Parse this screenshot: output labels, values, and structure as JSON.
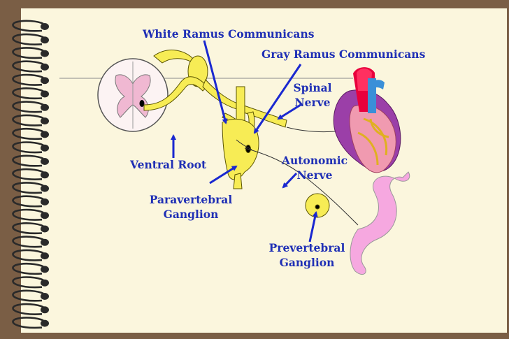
{
  "labels": {
    "white_ramus": "White Ramus Communicans",
    "gray_ramus": "Gray Ramus Communicans",
    "spinal_nerve_1": "Spinal",
    "spinal_nerve_2": "Nerve",
    "ventral_root": "Ventral Root",
    "autonomic_nerve_1": "Autonomic",
    "autonomic_nerve_2": "Nerve",
    "paravertebral_1": "Paravertebral",
    "paravertebral_2": "Ganglion",
    "prevertebral_1": "Prevertebral",
    "prevertebral_2": "Ganglion"
  },
  "colors": {
    "background_frame": "#7a5e45",
    "paper": "#fbf6dd",
    "label_text": "#1f2fb5",
    "arrow": "#1a28d0",
    "nerve_yellow": "#f7ec55",
    "heart_red": "#e8003c",
    "heart_purple": "#9b3fa8",
    "heart_pink": "#f09ab0",
    "heart_blue": "#3a8fd8",
    "intestine_pink": "#f6a8e0"
  },
  "icons": [
    "spiral-binding-icon",
    "spinal-cord-cross-section-icon",
    "heart-icon",
    "intestine-icon"
  ]
}
